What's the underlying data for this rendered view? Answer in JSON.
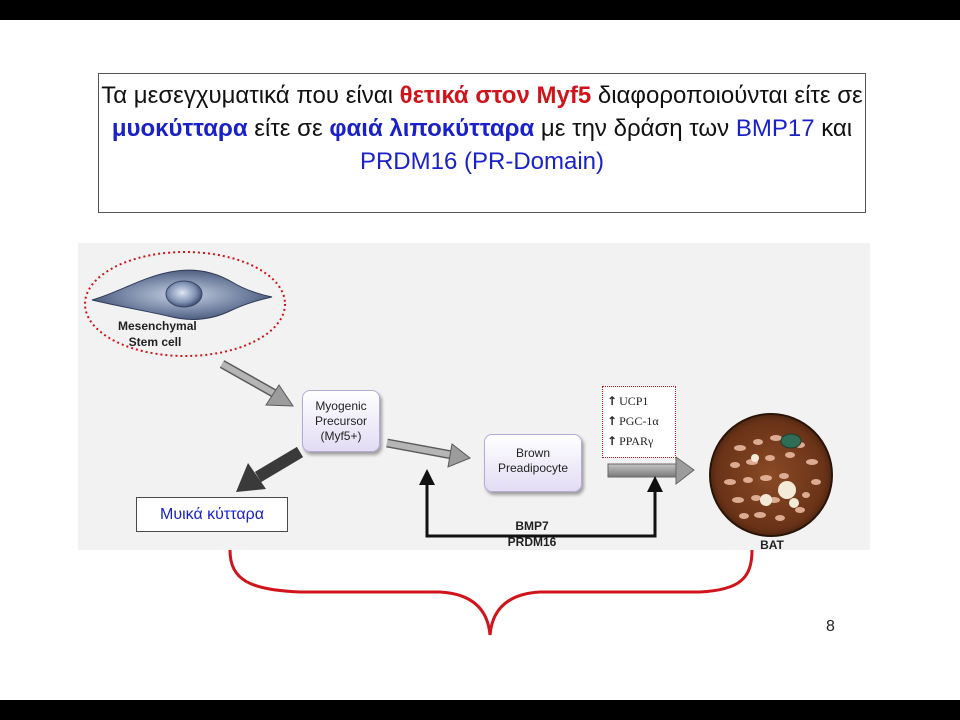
{
  "title": {
    "p1": "Τα μεσεγχυματικά που είναι ",
    "h1": "θετικά στον Myf5",
    "p2": " διαφοροποιούνται είτε σε ",
    "h2": "μυοκύτταρα",
    "p3": " είτε σε ",
    "h3": "φαιά λιποκύτταρα",
    "p4": " με την δράση των ",
    "b1": "BMP17",
    "p5": " και ",
    "b2": "PRDM16 (PR-Domain)"
  },
  "colors": {
    "red": "#d0141b",
    "blue": "#1a21c8",
    "brace": "#d0141b"
  },
  "stem_cell": {
    "line1": "Mesenchymal",
    "line2": "Stem cell"
  },
  "myogenic": {
    "line1": "Myogenic",
    "line2": "Precursor",
    "line3": "(Myf5+)"
  },
  "brown": {
    "line1": "Brown",
    "line2": "Preadipocyte"
  },
  "markers": [
    {
      "icon": "up-arrow-icon",
      "label": "UCP1"
    },
    {
      "icon": "up-arrow-icon",
      "label": "PGC-1α"
    },
    {
      "icon": "up-arrow-icon",
      "label": "PPARγ"
    }
  ],
  "factors": {
    "line1": "BMP7",
    "line2": "PRDM16"
  },
  "bat_label": "BAT",
  "muscle_cells": "Μυικά κύτταρα",
  "page_number": "8"
}
